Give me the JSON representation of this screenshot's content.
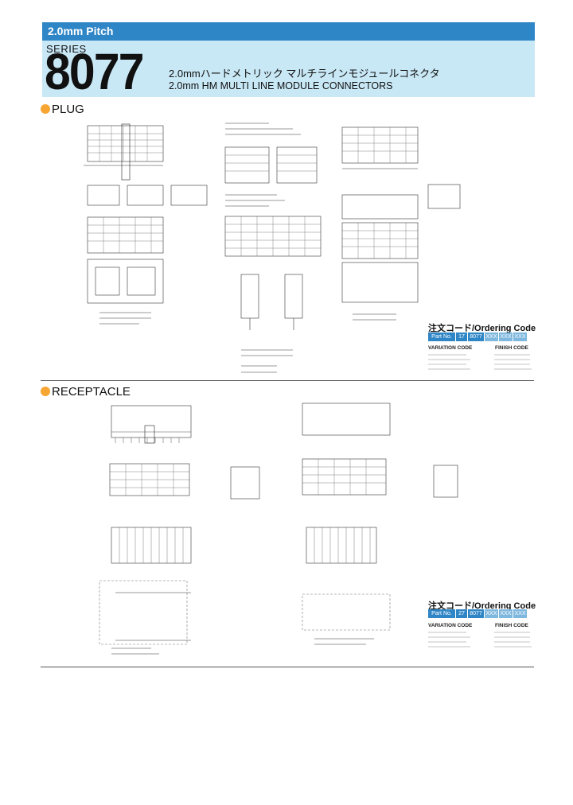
{
  "header": {
    "pitch": "2.0mm Pitch",
    "series_word": "SERIES",
    "series_number": "8077",
    "title_jp": "2.0mmハードメトリック マルチラインモジュールコネクタ",
    "title_en": "2.0mm HM MULTI LINE MODULE CONNECTORS",
    "accent_color": "#2f86c6",
    "band_color": "#c9e8f6"
  },
  "sections": {
    "plug": {
      "label": "PLUG"
    },
    "receptacle": {
      "label": "RECEPTACLE"
    }
  },
  "plug_ordering": {
    "title": "注文コード/Ordering Code",
    "boxes": [
      "Part No.",
      "17",
      "8077",
      "XXX",
      "XXX",
      "XXX"
    ],
    "variation_heading": "VARIATION CODE",
    "finish_heading": "FINISH CODE"
  },
  "receptacle_ordering": {
    "title": "注文コード/Ordering Code",
    "boxes": [
      "Part No.",
      "27",
      "8077",
      "XXX",
      "XXX",
      "XXX"
    ],
    "variation_heading": "VARIATION CODE",
    "finish_heading": "FINISH CODE"
  },
  "marker_color": "#f7a634"
}
